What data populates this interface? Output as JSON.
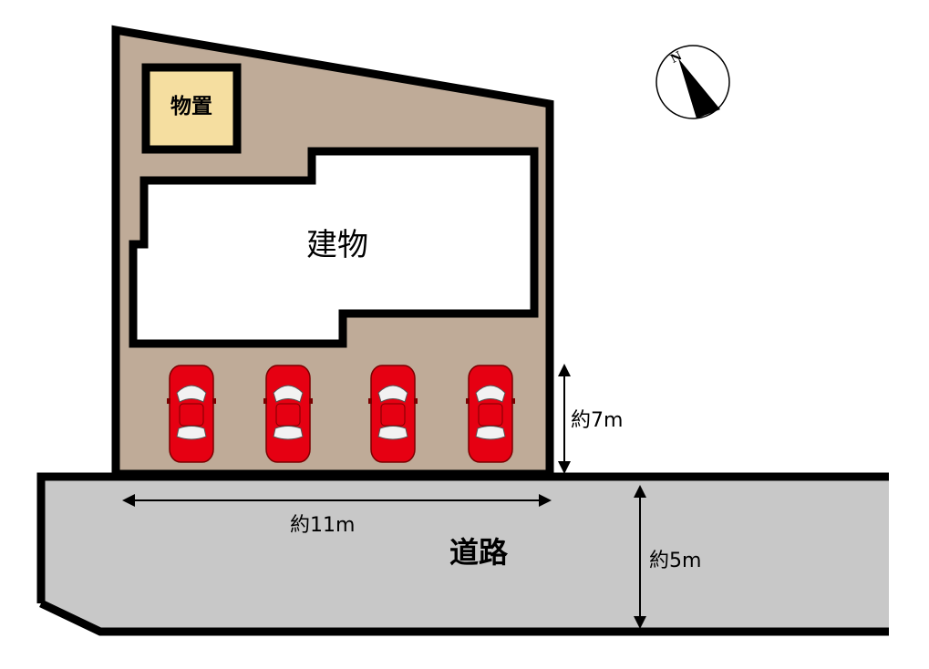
{
  "labels": {
    "storage": "物置",
    "building": "建物",
    "road": "道路",
    "lot_depth": "約7m",
    "lot_width": "約11m",
    "road_width": "約5m",
    "compass_north": "N"
  },
  "parking": {
    "spaces": 4,
    "car_color": "#e60012"
  },
  "colors": {
    "lot": "#bfab98",
    "storage": "#f5dea0",
    "building": "#ffffff",
    "road": "#c8c8c8",
    "outline": "#000000"
  }
}
